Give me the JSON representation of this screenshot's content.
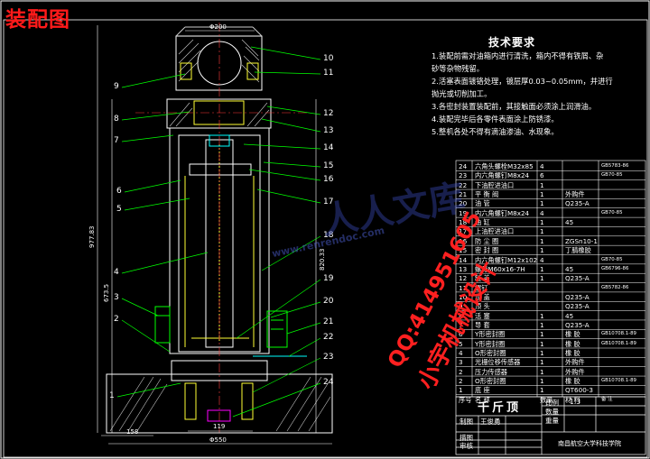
{
  "stamp": "装配图",
  "requirements": {
    "title": "技术要求",
    "lines": [
      "1.装配前需对油箱内进行清洗，箱内不得有铁屑、杂",
      "砂等杂物残留。",
      "2.活塞表面镀铬处理，镀层厚0.03~0.05mm，并进行",
      "抛光或切削加工。",
      "3.各密封装置装配前，其接触面必须涂上润滑油。",
      "4.装配完毕后各零件表面涂上防锈漆。",
      "5.整机各处不得有滴油渗油、水现象。"
    ]
  },
  "bom": [
    {
      "no": "24",
      "name": "六角头螺栓M32x85",
      "qty": "4",
      "mat": "",
      "note": "GB5783-86"
    },
    {
      "no": "23",
      "name": "内六角螺钉M8x24",
      "qty": "6",
      "mat": "",
      "note": "GB70-85"
    },
    {
      "no": "22",
      "name": "下油腔进油口",
      "qty": "1",
      "mat": "",
      "note": ""
    },
    {
      "no": "21",
      "name": "平 衡 阀",
      "qty": "1",
      "mat": "外购件",
      "note": ""
    },
    {
      "no": "20",
      "name": "油  管",
      "qty": "1",
      "mat": "Q235-A",
      "note": ""
    },
    {
      "no": "19",
      "name": "内六角螺钉M8x24",
      "qty": "4",
      "mat": "",
      "note": "GB70-85"
    },
    {
      "no": "18",
      "name": "油  缸",
      "qty": "1",
      "mat": "45",
      "note": ""
    },
    {
      "no": "17",
      "name": "上油腔进油口",
      "qty": "1",
      "mat": "",
      "note": ""
    },
    {
      "no": "16",
      "name": "防 尘 圈",
      "qty": "1",
      "mat": "ZGSn10-1",
      "note": ""
    },
    {
      "no": "15",
      "name": "密 封 圈",
      "qty": "1",
      "mat": "丁腈橡胶",
      "note": ""
    },
    {
      "no": "14",
      "name": "内六角螺钉M12x102",
      "qty": "4",
      "mat": "",
      "note": "GB70-85"
    },
    {
      "no": "13",
      "name": "螺母M60x16-7H",
      "qty": "1",
      "mat": "45",
      "note": "GB6796-86"
    },
    {
      "no": "12",
      "name": "缸  盖",
      "qty": "1",
      "mat": "Q235-A",
      "note": ""
    },
    {
      "no": "11",
      "name": "螺钉",
      "qty": "",
      "mat": "",
      "note": "GB5782-86"
    },
    {
      "no": "10",
      "name": "顶  盖",
      "qty": "",
      "mat": "Q235-A",
      "note": ""
    },
    {
      "no": "9",
      "name": "顶  头",
      "qty": "",
      "mat": "Q235-A",
      "note": ""
    },
    {
      "no": "8",
      "name": "活  塞",
      "qty": "1",
      "mat": "45",
      "note": ""
    },
    {
      "no": "7",
      "name": "导  套",
      "qty": "1",
      "mat": "Q235-A",
      "note": ""
    },
    {
      "no": "6",
      "name": "Y形密封圈",
      "qty": "1",
      "mat": "橡 胶",
      "note": "GB10708.1-89"
    },
    {
      "no": "5",
      "name": "Y形密封圈",
      "qty": "1",
      "mat": "橡 胶",
      "note": "GB10708.1-89"
    },
    {
      "no": "4",
      "name": "O形密封圈",
      "qty": "1",
      "mat": "橡 胶",
      "note": ""
    },
    {
      "no": "3",
      "name": "光栅位移传感器",
      "qty": "1",
      "mat": "外购件",
      "note": ""
    },
    {
      "no": "2",
      "name": "压力传感器",
      "qty": "1",
      "mat": "外购件",
      "note": ""
    },
    {
      "no": "2",
      "name": "O形密封圈",
      "qty": "1",
      "mat": "橡 胶",
      "note": "GB10708.1-89"
    },
    {
      "no": "1",
      "name": "底  座",
      "qty": "1",
      "mat": "QT600-3",
      "note": ""
    }
  ],
  "bom_header": {
    "no": "序号",
    "name": "名  称",
    "qty": "数量",
    "mat": "材  料",
    "note": "备 注"
  },
  "title_block": {
    "title": "千斤顶",
    "ratio_label": "比例",
    "ratio": "1:3",
    "qty_label": "数量",
    "weight_label": "重量",
    "drawn_label": "制图",
    "drawn_by": "王俊勇",
    "traced_label": "描图",
    "checked_label": "审核",
    "school": "南昌航空大学科技学院"
  },
  "dims": {
    "top_width": "Φ200",
    "bottom_width": "Φ550",
    "base_width": "119",
    "left_base": "158",
    "total_height": "977.83",
    "mid_height": "673.5",
    "right_height": "820.33"
  },
  "callouts_left": [
    "9",
    "8",
    "7",
    "6",
    "5",
    "4",
    "3",
    "2",
    "1"
  ],
  "callouts_right": [
    "10",
    "11",
    "12",
    "13",
    "14",
    "15",
    "16",
    "17",
    "18",
    "19",
    "20",
    "21",
    "22",
    "23",
    "24"
  ],
  "watermark": {
    "qq": "QQ:414951605",
    "shop": "小宇机械设计",
    "site": "www.renrendoc.com",
    "brand": "人人文库"
  }
}
